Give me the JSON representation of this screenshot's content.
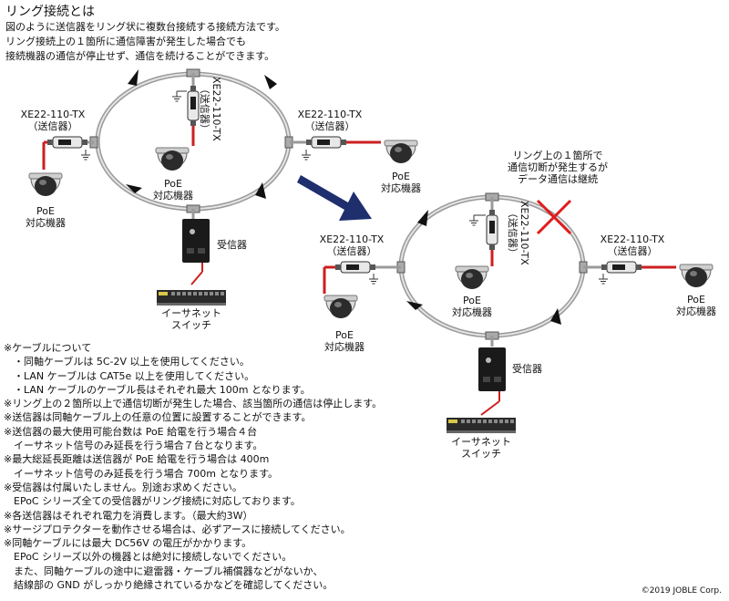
{
  "title": "リング接続とは",
  "intro": [
    "図のように送信器をリング状に複数台接続する接続方法です。",
    "リング接続上の１箇所に通信障害が発生した場合でも",
    "接続機器の通信が停止せず、通信を続けることができます。"
  ],
  "left": {
    "tx_model": "XE22-110-TX",
    "tx_role": "（送信器）",
    "poe": "PoE",
    "poe_sub": "対応機器",
    "rx": "受信器",
    "switch1": "イーサネット",
    "switch2": "スイッチ"
  },
  "right": {
    "callout": [
      "リング上の１箇所で",
      "通信切断が発生するが",
      "データ通信は継続"
    ]
  },
  "notes": [
    "※ケーブルについて",
    "　・同軸ケーブルは 5C-2V 以上を使用してください。",
    "　・LAN ケーブルは CAT5e 以上を使用してください。",
    "　・LAN ケーブルのケーブル長はそれぞれ最大 100m となります。",
    "※リング上の２箇所以上で通信切断が発生した場合、該当箇所の通信は停止します。",
    "※送信器は同軸ケーブル上の任意の位置に設置することができます。",
    "※送信器の最大使用可能台数は PoE 給電を行う場合４台",
    "　イーサネット信号のみ延長を行う場合７台となります。",
    "※最大総延長距離は送信器が PoE 給電を行う場合は 400m",
    "　イーサネット信号のみ延長を行う場合 700m となります。",
    "※受信器は付属いたしません。別途お求めください。",
    "　EPoC シリーズ全ての受信器がリング接続に対応しております。",
    "※各送信器はそれぞれ電力を消費します。（最大約3W）",
    "※サージプロテクターを動作させる場合は、必ずアースに接続してください。",
    "※同軸ケーブルには最大 DC56V の電圧がかかります。",
    "　EPoC シリーズ以外の機器とは絶対に接続しないでください。",
    "　また、同軸ケーブルの途中に避雷器・ケーブル補償器などがないか、",
    "　結線部の GND がしっかり絶縁されているかなどを確認してください。"
  ],
  "copyright": "©2019 JOBLE Corp.",
  "colors": {
    "ring": "#9a9a9a",
    "lan": "#cc1f1f",
    "arrow": "#1f2f6e",
    "cross": "#e01b1b"
  }
}
